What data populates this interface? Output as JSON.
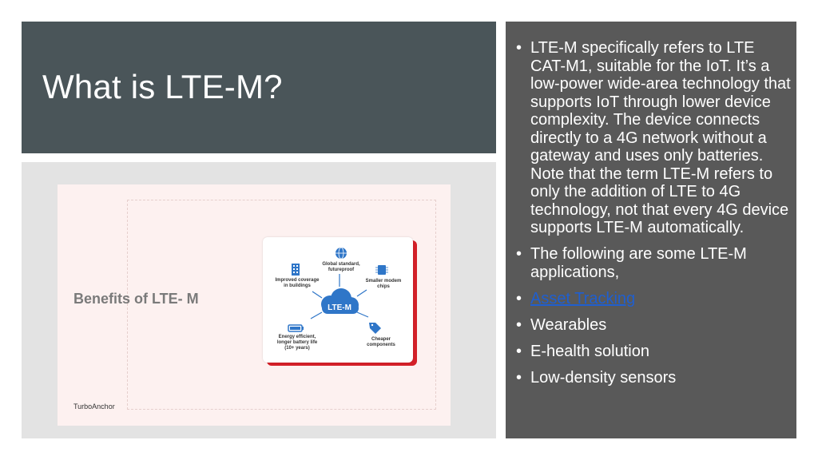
{
  "slide": {
    "title": "What is LTE-M?"
  },
  "infographic": {
    "heading": "Benefits of LTE- M",
    "brand": "TurboAnchor",
    "center_label": "LTE-M",
    "benefits": [
      {
        "icon": "building-icon",
        "line1": "Improved coverage",
        "line2": "in buildings",
        "line3": ""
      },
      {
        "icon": "globe-icon",
        "line1": "Global standard,",
        "line2": "futureproof",
        "line3": ""
      },
      {
        "icon": "chip-icon",
        "line1": "Smaller modem",
        "line2": "chips",
        "line3": ""
      },
      {
        "icon": "battery-icon",
        "line1": "Energy efficient,",
        "line2": "longer battery life",
        "line3": "(10+ years)"
      },
      {
        "icon": "tag-icon",
        "line1": "Cheaper",
        "line2": "components",
        "line3": ""
      }
    ],
    "colors": {
      "accent_blue": "#2f76c8",
      "shadow_red": "#d42028"
    }
  },
  "bullets": [
    {
      "text": "LTE-M specifically refers to LTE CAT-M1, suitable for the IoT. It’s a low-power wide-area technology that supports IoT through lower device complexity. The device connects directly to a 4G network without a gateway and uses only batteries. Note that the term LTE-M refers to only the addition of LTE to 4G technology, not that every 4G device supports LTE-M automatically.",
      "link": false
    },
    {
      "text": "The following are some LTE-M applications,",
      "link": false
    },
    {
      "text": "Asset Tracking",
      "link": true
    },
    {
      "text": "Wearables",
      "link": false
    },
    {
      "text": "E-health solution",
      "link": false
    },
    {
      "text": "Low-density sensors",
      "link": false
    }
  ],
  "bullet_glyph": "•"
}
